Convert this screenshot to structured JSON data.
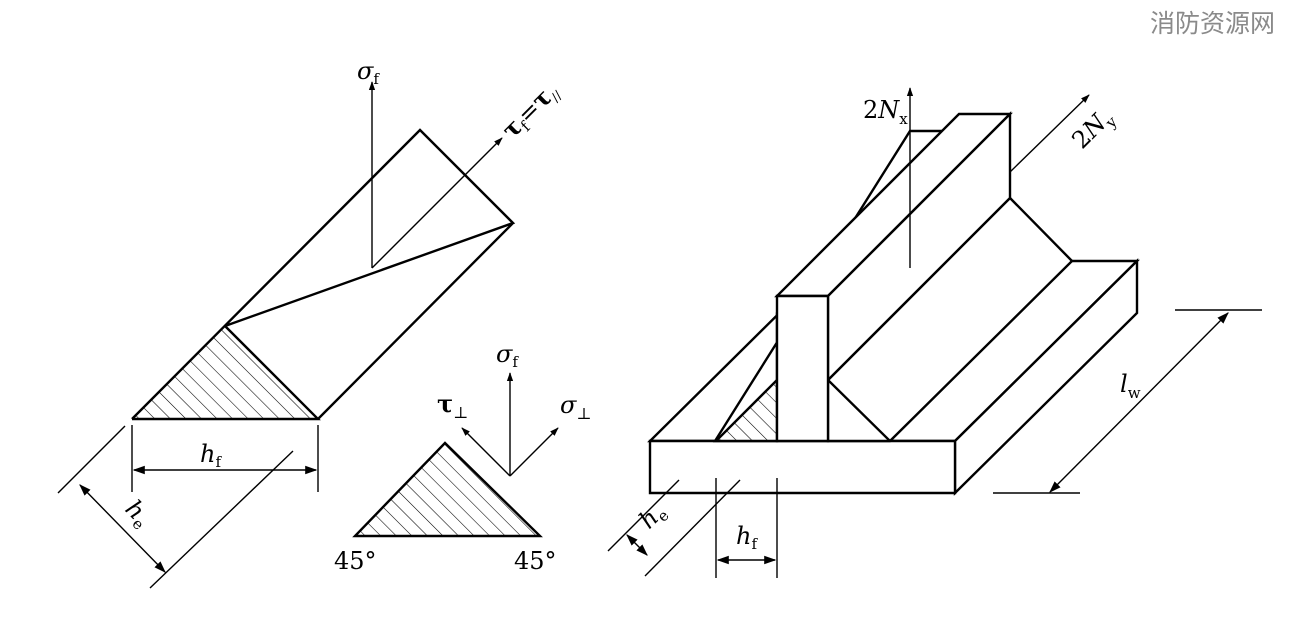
{
  "watermark": "消防资源网",
  "labels": {
    "sigma": "σ",
    "f": "f",
    "tau": "τ",
    "equals": "=",
    "parallel": "//",
    "perp": "⊥",
    "h": "h",
    "e": "e",
    "l": "l",
    "w": "w",
    "two": "2",
    "N": "N",
    "x": "x",
    "y": "y",
    "angle": "45°"
  }
}
